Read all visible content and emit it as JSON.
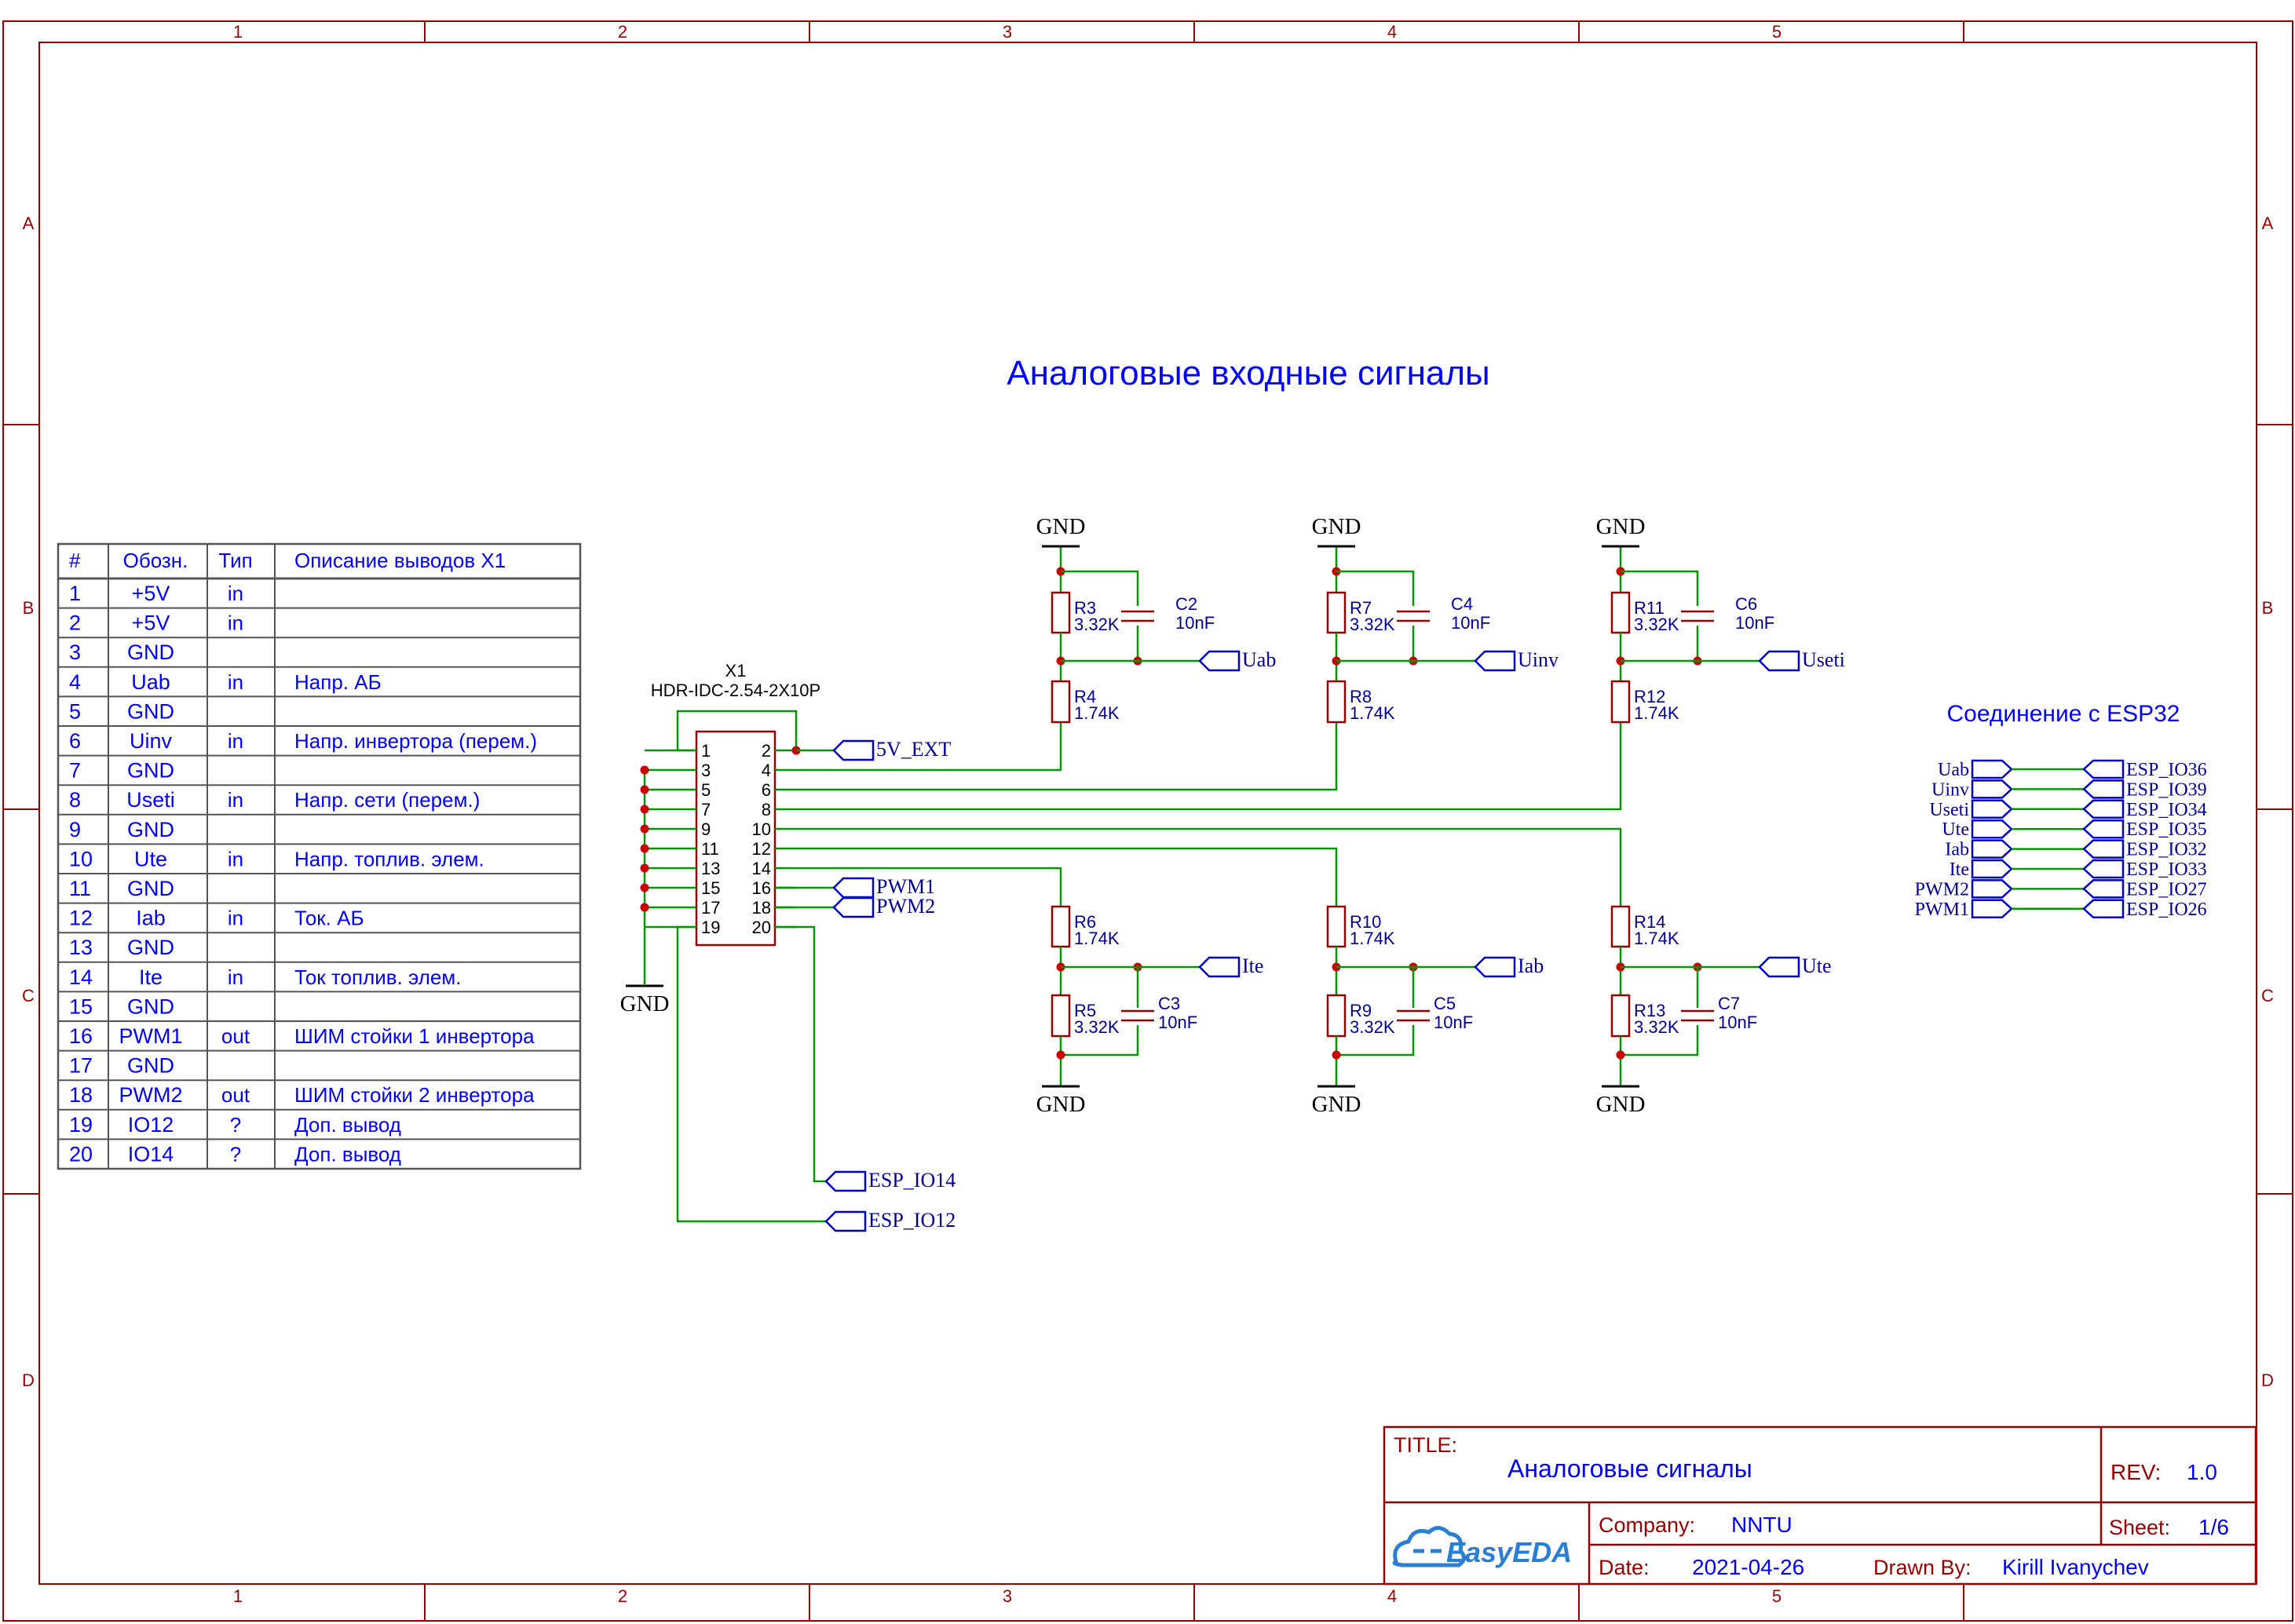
{
  "sheet_title": "Аналоговые входные сигналы",
  "frame": {
    "columns": [
      "1",
      "2",
      "3",
      "4",
      "5"
    ],
    "rows": [
      "A",
      "B",
      "C",
      "D"
    ]
  },
  "pin_table": {
    "headers": [
      "#",
      "Обозн.",
      "Тип",
      "Описание выводов X1"
    ],
    "rows": [
      [
        "1",
        "+5V",
        "in",
        ""
      ],
      [
        "2",
        "+5V",
        "in",
        ""
      ],
      [
        "3",
        "GND",
        "",
        ""
      ],
      [
        "4",
        "Uab",
        "in",
        "Напр. АБ"
      ],
      [
        "5",
        "GND",
        "",
        ""
      ],
      [
        "6",
        "Uinv",
        "in",
        "Напр. инвертора (перем.)"
      ],
      [
        "7",
        "GND",
        "",
        ""
      ],
      [
        "8",
        "Useti",
        "in",
        "Напр. сети (перем.)"
      ],
      [
        "9",
        "GND",
        "",
        ""
      ],
      [
        "10",
        "Ute",
        "in",
        "Напр. топлив. элем."
      ],
      [
        "11",
        "GND",
        "",
        ""
      ],
      [
        "12",
        "Iab",
        "in",
        "Ток. АБ"
      ],
      [
        "13",
        "GND",
        "",
        ""
      ],
      [
        "14",
        "Ite",
        "in",
        "Ток топлив. элем."
      ],
      [
        "15",
        "GND",
        "",
        ""
      ],
      [
        "16",
        "PWM1",
        "out",
        "ШИМ стойки 1 инвертора"
      ],
      [
        "17",
        "GND",
        "",
        ""
      ],
      [
        "18",
        "PWM2",
        "out",
        "ШИМ стойки 2 инвертора"
      ],
      [
        "19",
        "IO12",
        "?",
        "Доп. вывод"
      ],
      [
        "20",
        "IO14",
        "?",
        "Доп. вывод"
      ]
    ]
  },
  "connector": {
    "ref": "X1",
    "value": "HDR-IDC-2.54-2X10P",
    "left_pins": [
      "1",
      "3",
      "5",
      "7",
      "9",
      "11",
      "13",
      "15",
      "17",
      "19"
    ],
    "right_pins": [
      "2",
      "4",
      "6",
      "8",
      "10",
      "12",
      "14",
      "16",
      "18",
      "20"
    ]
  },
  "nets": {
    "gnd": "GND",
    "v5": "5V_EXT",
    "uab": "Uab",
    "uinv": "Uinv",
    "useti": "Useti",
    "ite": "Ite",
    "iab": "Iab",
    "ute": "Ute",
    "pwm1": "PWM1",
    "pwm2": "PWM2",
    "esp14": "ESP_IO14",
    "esp12": "ESP_IO12"
  },
  "upper_dividers": [
    {
      "r_top": "R3",
      "r_top_val": "3.32K",
      "cap": "C2",
      "cap_val": "10nF",
      "r_bot": "R4",
      "r_bot_val": "1.74K",
      "net": "Uab"
    },
    {
      "r_top": "R7",
      "r_top_val": "3.32K",
      "cap": "C4",
      "cap_val": "10nF",
      "r_bot": "R8",
      "r_bot_val": "1.74K",
      "net": "Uinv"
    },
    {
      "r_top": "R11",
      "r_top_val": "3.32K",
      "cap": "C6",
      "cap_val": "10nF",
      "r_bot": "R12",
      "r_bot_val": "1.74K",
      "net": "Useti"
    }
  ],
  "lower_dividers": [
    {
      "r_top": "R6",
      "r_top_val": "1.74K",
      "r_bot": "R5",
      "r_bot_val": "3.32K",
      "cap": "C3",
      "cap_val": "10nF",
      "net": "Ite"
    },
    {
      "r_top": "R10",
      "r_top_val": "1.74K",
      "r_bot": "R9",
      "r_bot_val": "3.32K",
      "cap": "C5",
      "cap_val": "10nF",
      "net": "Iab"
    },
    {
      "r_top": "R14",
      "r_top_val": "1.74K",
      "r_bot": "R13",
      "r_bot_val": "3.32K",
      "cap": "C7",
      "cap_val": "10nF",
      "net": "Ute"
    }
  ],
  "esp_section": {
    "title": "Соединение с ESP32",
    "links": [
      {
        "from": "Uab",
        "to": "ESP_IO36"
      },
      {
        "from": "Uinv",
        "to": "ESP_IO39"
      },
      {
        "from": "Useti",
        "to": "ESP_IO34"
      },
      {
        "from": "Ute",
        "to": "ESP_IO35"
      },
      {
        "from": "Iab",
        "to": "ESP_IO32"
      },
      {
        "from": "Ite",
        "to": "ESP_IO33"
      },
      {
        "from": "PWM2",
        "to": "ESP_IO27"
      },
      {
        "from": "PWM1",
        "to": "ESP_IO26"
      }
    ]
  },
  "title_block": {
    "title_label": "TITLE:",
    "title": "Аналоговые сигналы",
    "rev_label": "REV:",
    "rev": "1.0",
    "company_label": "Company:",
    "company": "NNTU",
    "sheet_label": "Sheet:",
    "sheet": "1/6",
    "date_label": "Date:",
    "date": "2021-04-26",
    "drawn_label": "Drawn By:",
    "drawn_by": "Kirill Ivanychev",
    "logo": "EasyEDA"
  }
}
